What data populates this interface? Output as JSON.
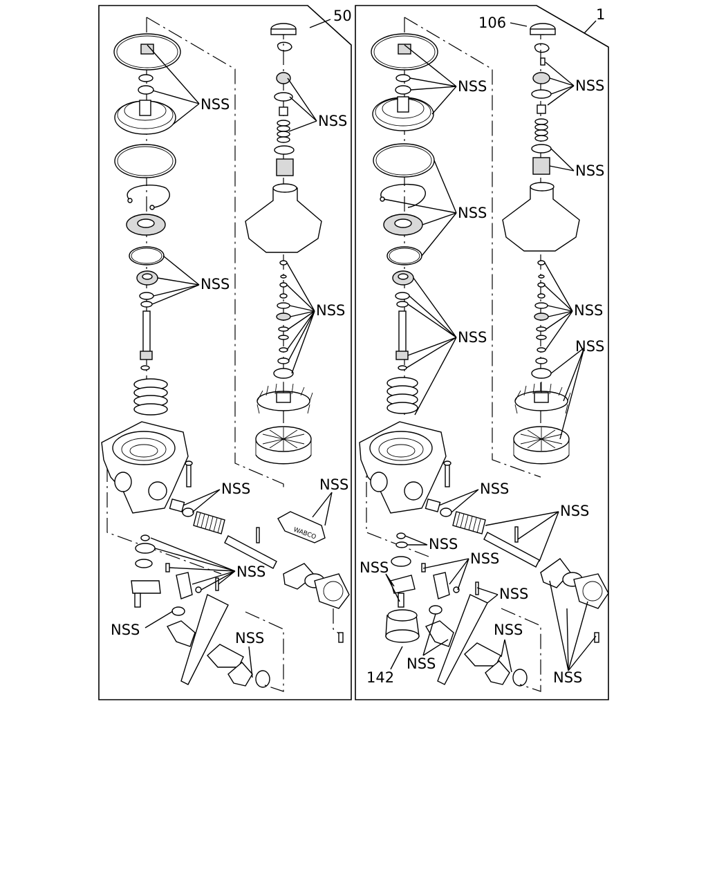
{
  "diagram": {
    "left_panel": {
      "ref_number": "50",
      "nss_labels": [
        "NSS",
        "NSS",
        "NSS",
        "NSS",
        "NSS",
        "NSS",
        "NSS",
        "NSS",
        "NSS"
      ],
      "tube_text": "WABCO"
    },
    "right_panel": {
      "ref_number": "1",
      "part_106": "106",
      "part_142": "142",
      "nss_labels": [
        "NSS",
        "NSS",
        "NSS",
        "NSS",
        "NSS",
        "NSS",
        "NSS",
        "NSS",
        "NSS",
        "NSS",
        "NSS",
        "NSS",
        "NSS",
        "NSS",
        "NSS",
        "NSS"
      ]
    }
  }
}
